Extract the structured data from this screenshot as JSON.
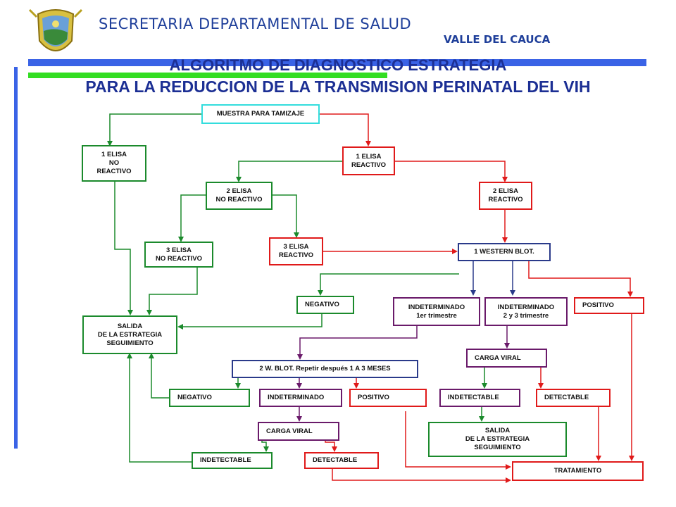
{
  "header": {
    "org": "SECRETARIA DEPARTAMENTAL DE SALUD",
    "dept": "VALLE DEL CAUCA",
    "title_line1": "ALGORITMO DE DIAGNOSTICO ESTRATEGIA",
    "title_line2": "PARA LA REDUCCION DE LA TRANSMISION PERINATAL DEL VIH"
  },
  "colors": {
    "green": "#1b8a2c",
    "red": "#e01a1a",
    "purple": "#6a1a6a",
    "navy": "#2a3a8a",
    "cyan": "#33dddd",
    "title": "#1c2f94"
  },
  "boxes": {
    "muestra": "MUESTRA PARA TAMIZAJE",
    "elisa1_nr": "1 ELISA\nNO\nREACTIVO",
    "elisa1_r": "1 ELISA\nREACTIVO",
    "elisa2_nr": "2 ELISA\nNO REACTIVO",
    "elisa2_r": "2 ELISA\nREACTIVO",
    "elisa3_nr": "3 ELISA\nNO REACTIVO",
    "elisa3_r": "3 ELISA\nREACTIVO",
    "western1": "1 WESTERN BLOT.",
    "negativo1": "NEGATIVO",
    "indet1": "INDETERMINADO\n1er trimestre",
    "indet23": "INDETERMINADO\n2 y 3 trimestre",
    "positivo1": "POSITIVO",
    "salida1": "SALIDA\nDE LA ESTRATEGIA\nSEGUIMIENTO",
    "western2": "2 W. BLOT. Repetir después 1 A 3 MESES",
    "carga1": "CARGA VIRAL",
    "negativo2": "NEGATIVO",
    "indet2": "INDETERMINADO",
    "positivo2": "POSITIVO",
    "indetect1": "INDETECTABLE",
    "detect1": "DETECTABLE",
    "carga2": "CARGA VIRAL",
    "salida2": "SALIDA\nDE LA ESTRATEGIA\nSEGUIMIENTO",
    "indetect2": "INDETECTABLE",
    "detect2": "DETECTABLE",
    "tratamiento": "TRATAMIENTO"
  }
}
